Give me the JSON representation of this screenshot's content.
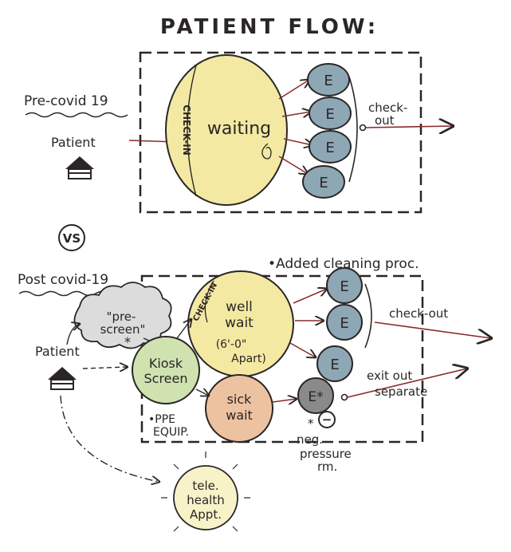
{
  "title": "PATIENT FLOW:",
  "pre": {
    "label": "Pre-covid 19",
    "patient": "Patient",
    "check_in": "CHECK-IN",
    "waiting": "waiting",
    "exam": [
      "E",
      "E",
      "E",
      "E"
    ],
    "check_out": [
      "check-",
      "out"
    ]
  },
  "vs": "VS",
  "post": {
    "label": "Post covid-19",
    "cleaning": "•Added cleaning proc.",
    "prescreen": [
      "\"pre-",
      "screen\"",
      "*"
    ],
    "patient": "Patient",
    "kiosk": [
      "Kiosk",
      "Screen"
    ],
    "check_in": "CHECK-IN",
    "well_wait": [
      "well",
      "wait",
      "(6'-0\"",
      "Apart)"
    ],
    "sick_wait": [
      "sick",
      "wait"
    ],
    "ppe": [
      "•PPE",
      "EQUIP."
    ],
    "exam": [
      "E",
      "E",
      "E"
    ],
    "exam_neg": "E*",
    "neg_symbol": "−",
    "neg_note": [
      "*",
      "neg.",
      "pressure",
      "rm."
    ],
    "check_out": "check-out",
    "exit_out": [
      "exit out",
      "separate"
    ],
    "telehealth": [
      "tele.",
      "health",
      "Appt."
    ]
  },
  "colors": {
    "ink": "#2a2626",
    "red_line": "#8a2a2a",
    "yellow": "#f3e9a2",
    "green": "#cfe2b0",
    "peach": "#edc2a0",
    "blue": "#8ea7b4",
    "gray_cloud": "#dcdcdc"
  }
}
